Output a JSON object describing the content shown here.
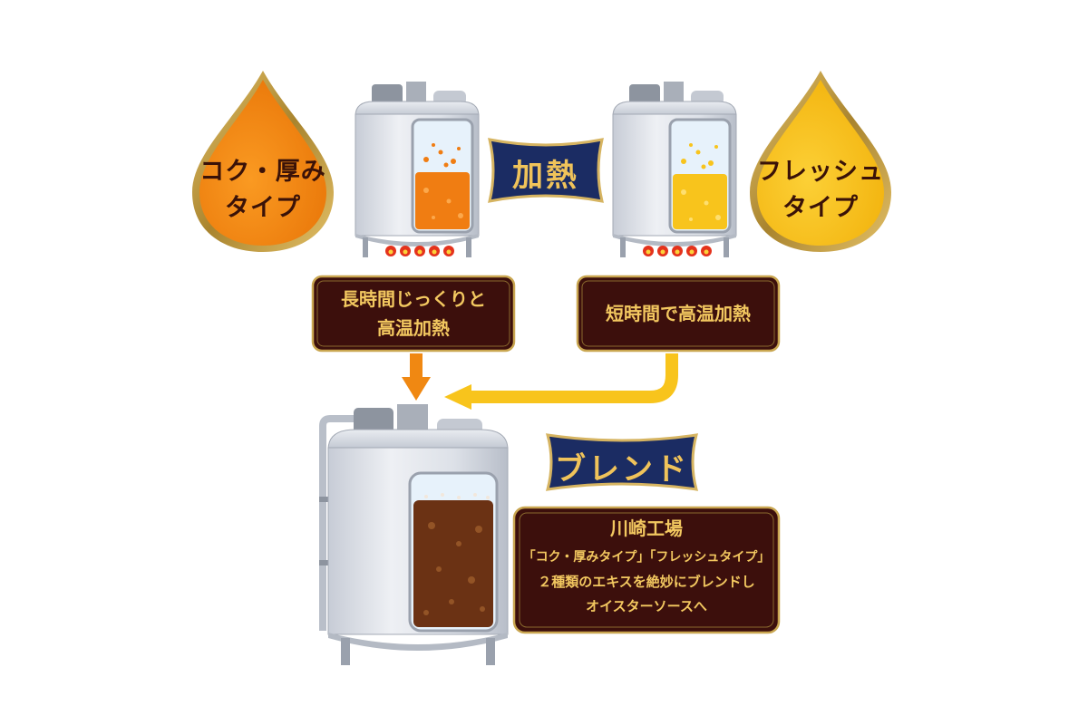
{
  "types": {
    "rich": {
      "label_line1": "コク・厚み",
      "label_line2": "タイプ",
      "color": "#f18a0f"
    },
    "fresh": {
      "label_line1": "フレッシュ",
      "label_line2": "タイプ",
      "color": "#f6bf16"
    }
  },
  "heating": {
    "banner": "加熱"
  },
  "process": {
    "left_line1": "長時間じっくりと",
    "left_line2": "高温加熱",
    "right": "短時間で高温加熱"
  },
  "blend": {
    "banner": "ブレンド"
  },
  "factory": {
    "title": "川崎工場",
    "line1": "「コク・厚みタイプ」「フレッシュタイプ」",
    "line2": "２種類のエキスを絶妙にブレンドし",
    "line3": "オイスターソースへ"
  },
  "colors": {
    "plaque": "#3c0f0c",
    "plaque_border": "#c9a650",
    "banner": "#1b2c63",
    "rich_liquid": "#f07d12",
    "fresh_liquid": "#f8c41c",
    "blend_liquid": "#6b3214",
    "flame": "#e4321c"
  }
}
